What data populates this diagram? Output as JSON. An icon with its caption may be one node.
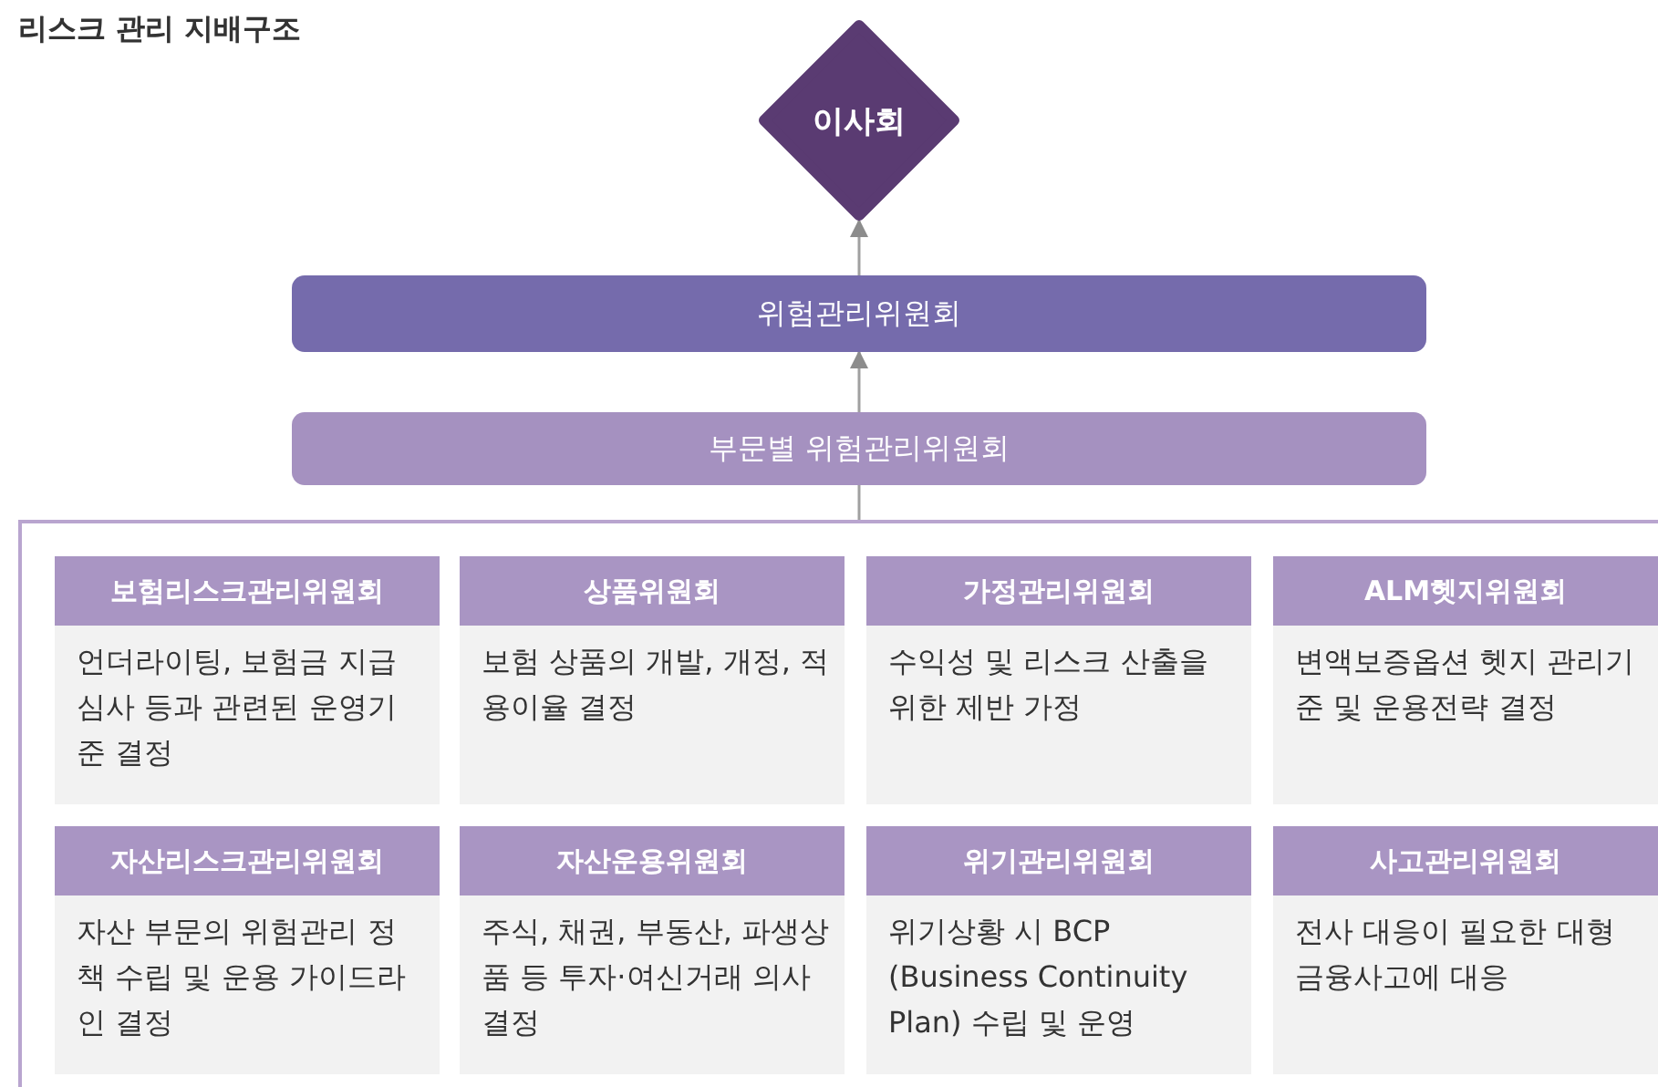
{
  "diagram": {
    "title": "리스크 관리 지배구조",
    "nodes": [
      {
        "text": [
          "이사회"
        ]
      },
      {
        "text": [
          "위험관리위원회"
        ]
      },
      {
        "text": [
          "부문별 위험관리위원회"
        ]
      },
      {
        "text": [],
        "shape": "box"
      },
      {
        "text": [
          "보험리스크관리위원회",
          "언더라이팅, 보험금 지급 심사 등과 관련된 운영기준 결정"
        ],
        "in": 3
      },
      {
        "text": [
          "상품위원회",
          "보험 상품의 개발, 개정, 적용이율 결정"
        ],
        "in": 3
      },
      {
        "text": [
          "가정관리위원회",
          "수익성 및 리스크 산출을 위한 제반 가정"
        ],
        "in": 3
      },
      {
        "text": [
          "ALM헷지위원회",
          "변액보증옵션 헷지 관리기준 및 운용전략 결정"
        ],
        "in": 3
      },
      {
        "text": [
          "자산리스크관리위원회",
          "자산 부문의 위험관리 정책 수립 및 운용 가이드라인 결정"
        ],
        "in": 3
      },
      {
        "text": [
          "자산운용위원회",
          "주식, 채권, 부동산, 파생상품 등 투자·여신거래 의사결정"
        ],
        "in": 3
      },
      {
        "text": [
          "위기관리위원회",
          "위기상황 시 BCP (Business Continuity Plan) 수립 및 운영"
        ],
        "in": 3
      },
      {
        "text": [
          "사고관리위원회",
          "전사 대응이 필요한 대형 금융사고에 대응"
        ],
        "in": 3
      }
    ],
    "edges": [
      {
        "from": 1,
        "to": 0,
        "arrow": "to"
      },
      {
        "from": 2,
        "to": 1,
        "arrow": "to"
      },
      {
        "from": 2,
        "to": 3,
        "arrow": "none"
      }
    ]
  }
}
